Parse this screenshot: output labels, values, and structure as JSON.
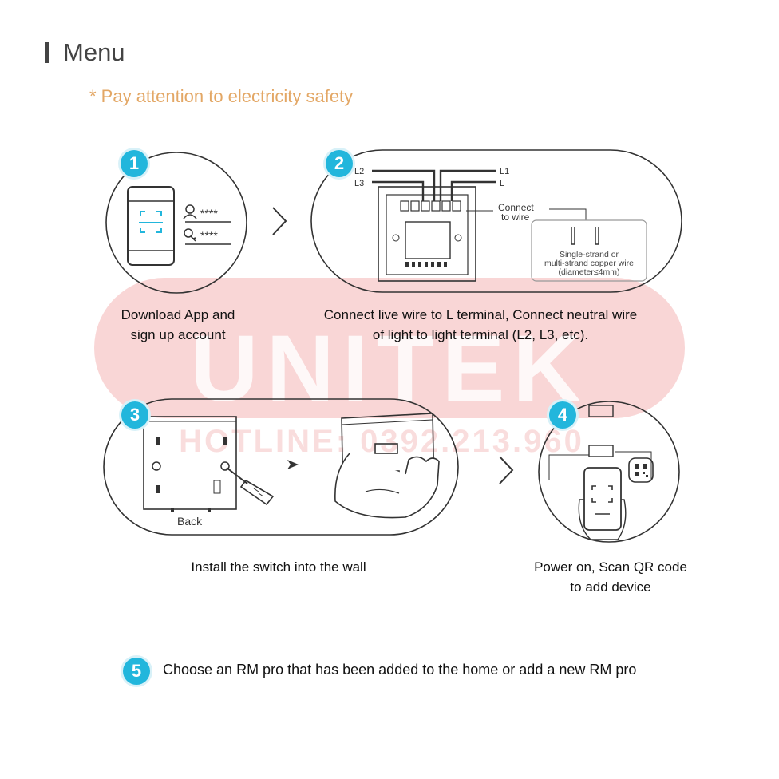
{
  "header": {
    "title": "Menu",
    "safety_note": "* Pay attention to electricity safety"
  },
  "watermark": {
    "brand": "UNITEK",
    "hotline": "HOTLINE: 0392.213.960",
    "color": "#e86a6a"
  },
  "accent_color": "#22b6dc",
  "steps": [
    {
      "number": "1",
      "caption_line1": "Download App and",
      "caption_line2": "sign up account",
      "credential_mask_1": "****",
      "credential_mask_2": "****"
    },
    {
      "number": "2",
      "caption_line1": "Connect live wire to L terminal, Connect neutral wire",
      "caption_line2": "of light to light terminal (L2, L3, etc).",
      "terminal_labels": [
        "L2",
        "L3",
        "L1",
        "L"
      ],
      "connect_label_1": "Connect",
      "connect_label_2": "to wire",
      "wire_note_1": "Single-strand or",
      "wire_note_2": "multi-strand copper wire",
      "wire_note_3": "(diameter≤4mm)"
    },
    {
      "number": "3",
      "caption": "Install the switch into the wall",
      "back_label": "Back"
    },
    {
      "number": "4",
      "caption_line1": "Power on, Scan QR code",
      "caption_line2": "to add device"
    },
    {
      "number": "5",
      "caption": "Choose an RM pro that has been added to the home or add a new RM pro"
    }
  ]
}
